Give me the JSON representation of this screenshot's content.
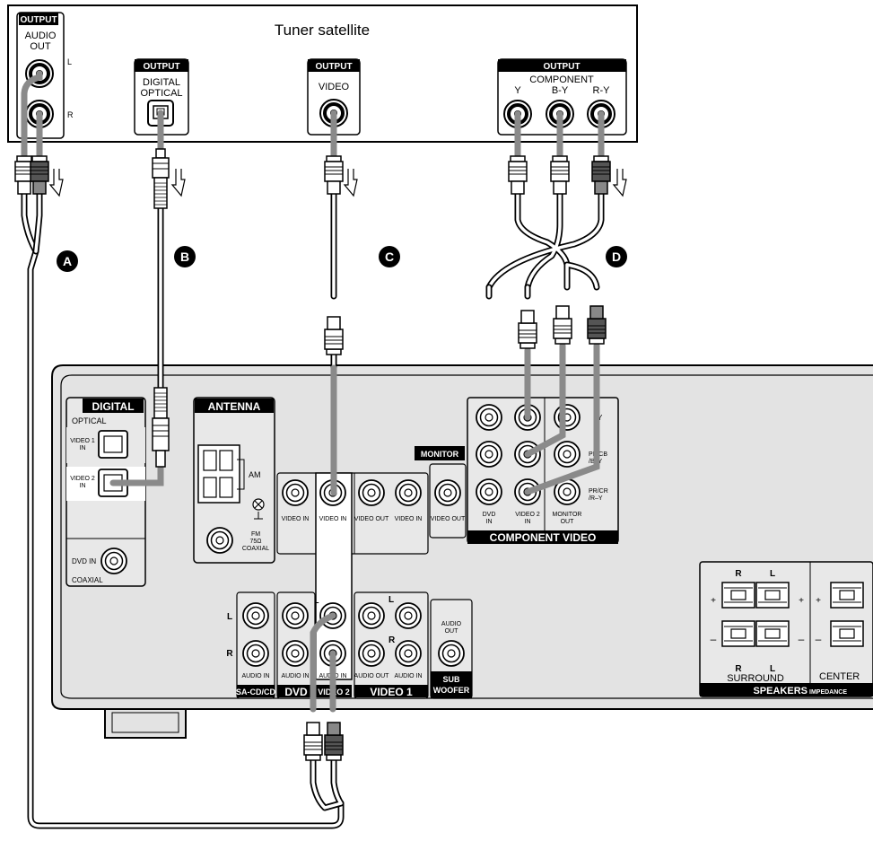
{
  "tuner": {
    "title": "Tuner satellite",
    "output_label": "OUTPUT",
    "audio_out": {
      "line1": "AUDIO",
      "line2": "OUT",
      "left": "L",
      "right": "R"
    },
    "digital_optical": {
      "line1": "DIGITAL",
      "line2": "OPTICAL"
    },
    "video": "VIDEO",
    "component": {
      "title": "COMPONENT",
      "y": "Y",
      "by": "B-Y",
      "ry": "R-Y"
    }
  },
  "callouts": [
    "A",
    "B",
    "C",
    "D"
  ],
  "receiver": {
    "digital": {
      "title": "DIGITAL",
      "optical": "OPTICAL",
      "video1_in": [
        "VIDEO 1",
        "IN"
      ],
      "video2_in": [
        "VIDEO 2",
        "IN"
      ],
      "dvd_in": "DVD IN",
      "coaxial": "COAXIAL"
    },
    "antenna": {
      "title": "ANTENNA",
      "am": "AM",
      "fm": [
        "FM",
        "75Ω",
        "COAXIAL"
      ]
    },
    "monitor": "MONITOR",
    "jacks": {
      "video_in": "VIDEO IN",
      "video_out": "VIDEO OUT",
      "audio_in": "AUDIO IN",
      "audio_out": "AUDIO OUT",
      "l": "L",
      "r": "R"
    },
    "sections": {
      "sacd": "SA-CD/CD",
      "dvd": "DVD",
      "video2": "VIDEO 2",
      "video1": "VIDEO 1",
      "sub": [
        "SUB",
        "WOOFER"
      ],
      "sub_audio_out": [
        "AUDIO",
        "OUT"
      ]
    },
    "component_video": {
      "title": "COMPONENT VIDEO",
      "dvd_in": [
        "DVD",
        "IN"
      ],
      "video2_in": [
        "VIDEO 2",
        "IN"
      ],
      "monitor_out": [
        "MONITOR",
        "OUT"
      ],
      "y": "Y",
      "pb": [
        "PB/CB",
        "/B–Y"
      ],
      "pr": [
        "PR/CR",
        "/R–Y"
      ]
    },
    "speakers": {
      "title": "SPEAKERS",
      "impedance": "IMPEDANCE",
      "r": "R",
      "l": "L",
      "surround": "SURROUND",
      "center": "CENTER",
      "plus": "+",
      "minus": "–"
    }
  }
}
